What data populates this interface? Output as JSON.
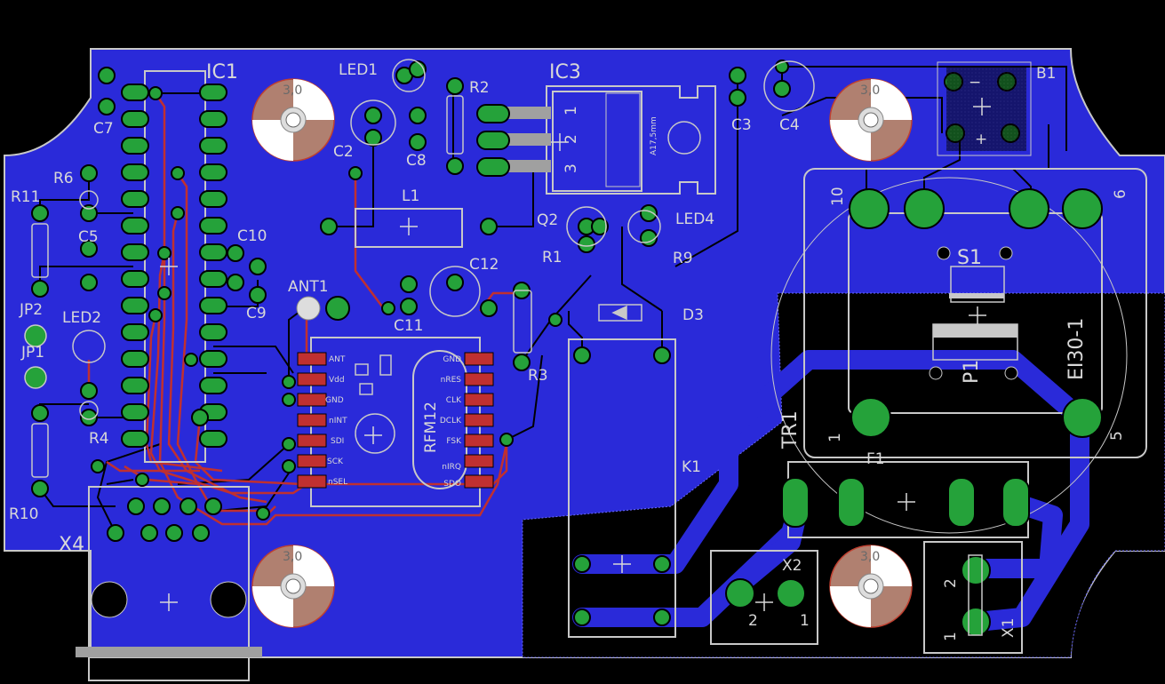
{
  "colors": {
    "background": "#000000",
    "bottom_copper": "#2a2ad9",
    "top_copper": "#c03030",
    "pad": "#25a23a",
    "silkscreen": "#d0d0d0",
    "outline": "#c8c8c8"
  },
  "components": {
    "IC1": "IC1",
    "IC3": "IC3",
    "LED1": "LED1",
    "LED2": "LED2",
    "LED4": "LED4",
    "R1": "R1",
    "R2": "R2",
    "R3": "R3",
    "R4": "R4",
    "R6": "R6",
    "R9": "R9",
    "R10": "R10",
    "R11": "R11",
    "C2": "C2",
    "C3": "C3",
    "C4": "C4",
    "C5": "C5",
    "C7": "C7",
    "C8": "C8",
    "C9": "C9",
    "C10": "C10",
    "C11": "C11",
    "C12": "C12",
    "L1": "L1",
    "Q2": "Q2",
    "D3": "D3",
    "K1": "K1",
    "B1": "B1",
    "S1": "S1",
    "P1": "P1",
    "F1": "F1",
    "TR1": "TR1",
    "EI30": "EI30-1",
    "ANT1": "ANT1",
    "JP1": "JP1",
    "JP2": "JP2",
    "X1": "X1",
    "X2": "X2",
    "X4": "X4"
  },
  "rfm12": {
    "name": "RFM12",
    "left_pins": [
      "ANT",
      "Vdd",
      "GND",
      "nINT",
      "SDI",
      "SCK",
      "nSEL"
    ],
    "right_pins": [
      "GND",
      "nRES",
      "CLK",
      "DCLK",
      "FSK",
      "nIRQ",
      "SDO"
    ]
  },
  "ic3_text": "A17,5mm",
  "ic3_pins": [
    "1",
    "2",
    "3"
  ],
  "mount_hole_label": "3,0",
  "tr_pins": {
    "p10": "10",
    "p6": "6",
    "p1": "1",
    "p5": "5"
  },
  "b1_signs": {
    "minus": "−",
    "plus": "+"
  },
  "x2_pins": [
    "2",
    "1"
  ],
  "x1_pins": [
    "2",
    "1"
  ]
}
